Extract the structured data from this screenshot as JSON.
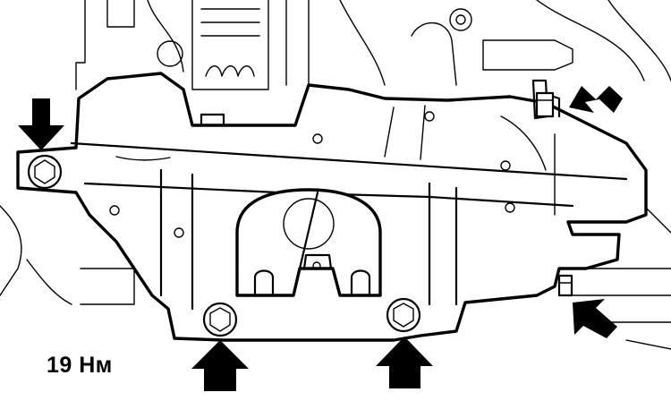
{
  "caption": {
    "torque": "19 Нм"
  },
  "colors": {
    "line": "#000000",
    "background": "#ffffff"
  },
  "callouts": [
    {
      "name": "arrow-left-bolt",
      "points_to": "left-bolt"
    },
    {
      "name": "arrow-upper-right-bolt",
      "points_to": "upper-right-bolt"
    },
    {
      "name": "arrow-bottom-left-bolt",
      "points_to": "bottom-left-bolt"
    },
    {
      "name": "arrow-bottom-center-bolt",
      "points_to": "bottom-center-bolt"
    },
    {
      "name": "arrow-lower-right-bolt",
      "points_to": "lower-right-bolt"
    }
  ]
}
